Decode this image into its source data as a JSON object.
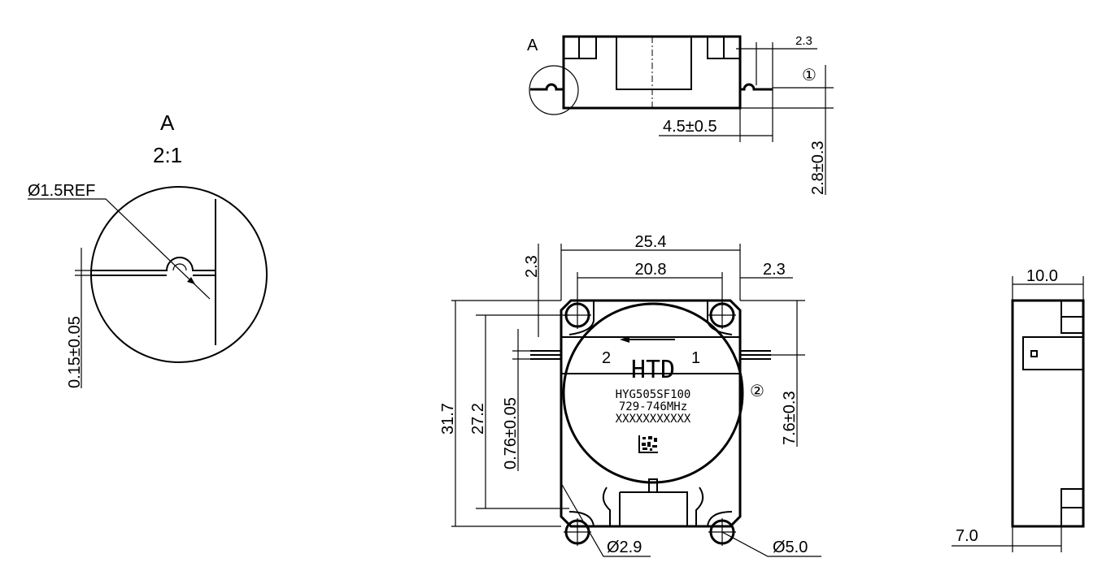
{
  "detail_view": {
    "label": "A",
    "scale": "2:1",
    "diameter_ref": "Ø1.5REF",
    "thickness": "0.15±0.05"
  },
  "top_view": {
    "detail_marker": "A",
    "pin_width": "2.3",
    "note_marker": "①",
    "pin_length": "4.5±0.5",
    "pin_height": "2.8±0.3"
  },
  "front_view": {
    "width_overall": "25.4",
    "hole_spacing_x": "20.8",
    "edge_offset_right": "2.3",
    "edge_offset_top": "2.3",
    "height_overall": "31.7",
    "hole_spacing_y": "27.2",
    "pin_thickness": "0.76±0.05",
    "pin_position": "7.6±0.3",
    "note_marker": "②",
    "hole_diameter": "Ø2.9",
    "pad_diameter": "Ø5.0",
    "label": {
      "port_2": "2",
      "port_1": "1",
      "brand": "HTD",
      "model": "HYG505SF100",
      "frequency": "729-746MHz",
      "serial": "XXXXXXXXXXX"
    }
  },
  "side_view": {
    "depth": "10.0",
    "connector_offset": "7.0"
  }
}
